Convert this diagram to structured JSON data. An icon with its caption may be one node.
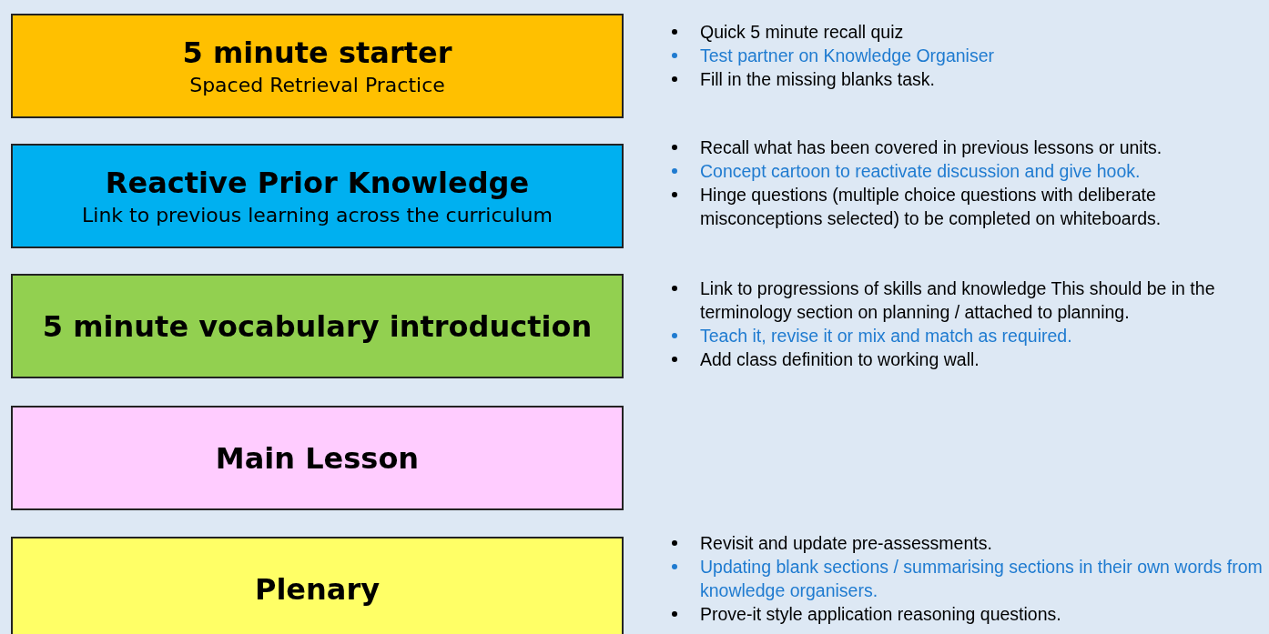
{
  "diagram": {
    "nodes": [
      {
        "text": [
          "5 minute starter",
          "Spaced Retrieval Practice"
        ],
        "beside": [
          "Quick 5 minute recall quiz",
          "Test partner on Knowledge Organiser",
          "Fill in the missing blanks task."
        ]
      },
      {
        "text": [
          "Reactive Prior Knowledge",
          "Link to previous learning across the curriculum"
        ],
        "beside": [
          "Recall what has been covered in previous lessons or units.",
          "Concept cartoon to reactivate discussion and give hook.",
          "Hinge questions (multiple choice questions with deliberate misconceptions selected) to be completed on whiteboards."
        ]
      },
      {
        "text": [
          "5 minute vocabulary introduction"
        ],
        "beside": [
          "Link to progressions of skills and knowledge This should be in the terminology section on planning / attached to planning.",
          "Teach it, revise it or mix and match as required.",
          "Add class definition to working wall."
        ]
      },
      {
        "text": [
          "Main Lesson"
        ]
      },
      {
        "text": [
          "Plenary"
        ],
        "beside": [
          "Revisit and update pre-assessments.",
          "Updating blank sections / summarising sections in their own words from knowledge organisers.",
          "Prove-it style application reasoning questions."
        ]
      }
    ],
    "edges": []
  }
}
